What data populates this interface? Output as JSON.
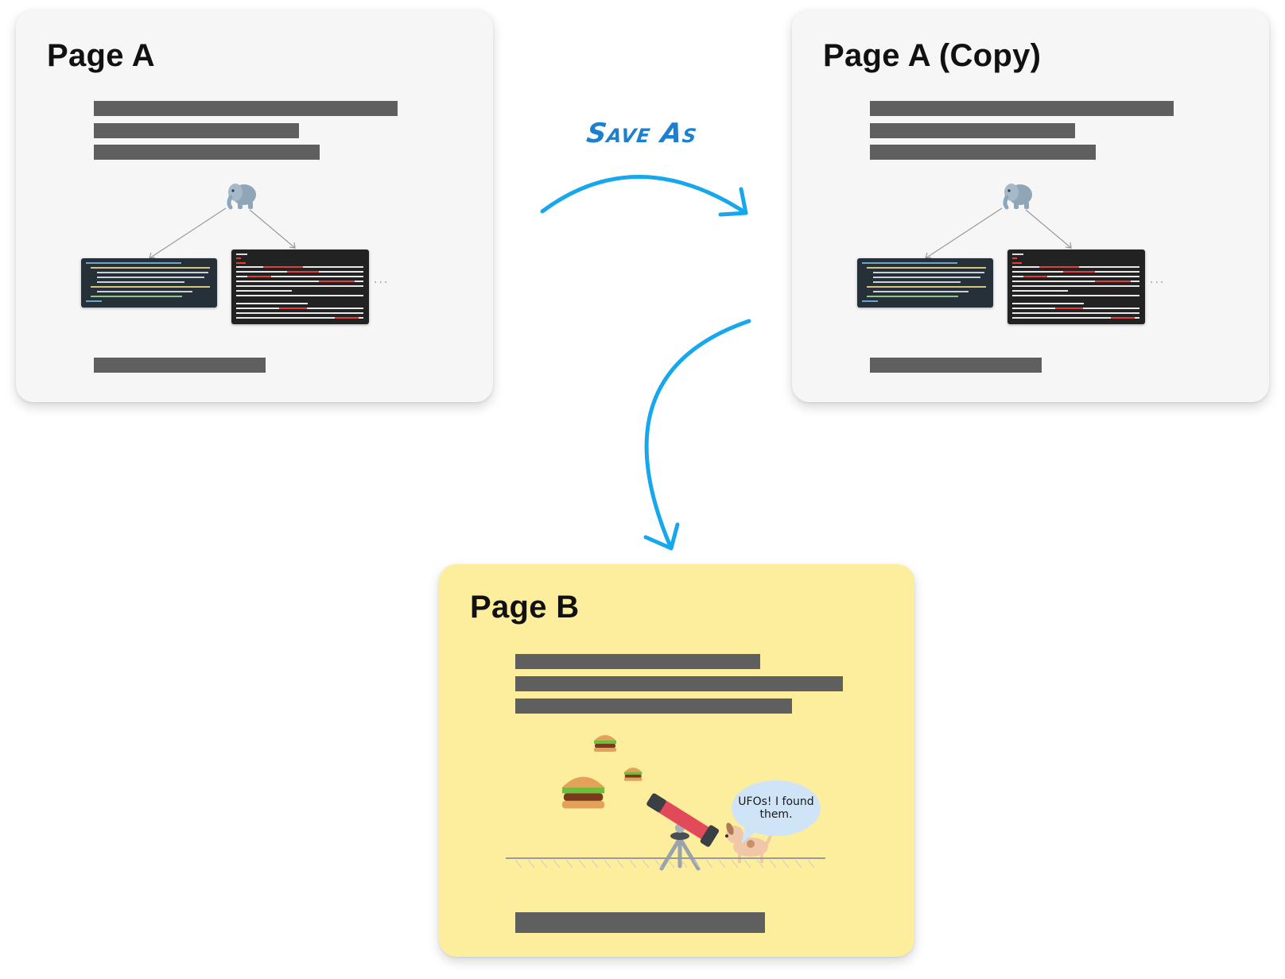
{
  "cards": {
    "page_a": {
      "title": "Page A"
    },
    "page_a_copy": {
      "title": "Page A (Copy)"
    },
    "page_b": {
      "title": "Page B",
      "speech": "UFOs! I found them."
    }
  },
  "arrow_label": "Save As",
  "colors": {
    "card_bg": "#f6f6f6",
    "card_b_bg": "#fdee9e",
    "bar": "#5f5f5f",
    "arrow": "#17a7ec",
    "label": "#1e7fcf"
  },
  "icons": {
    "elephant": "elephant-icon",
    "burger": "burger-icon",
    "telescope": "telescope-icon",
    "dog": "dog-icon"
  }
}
